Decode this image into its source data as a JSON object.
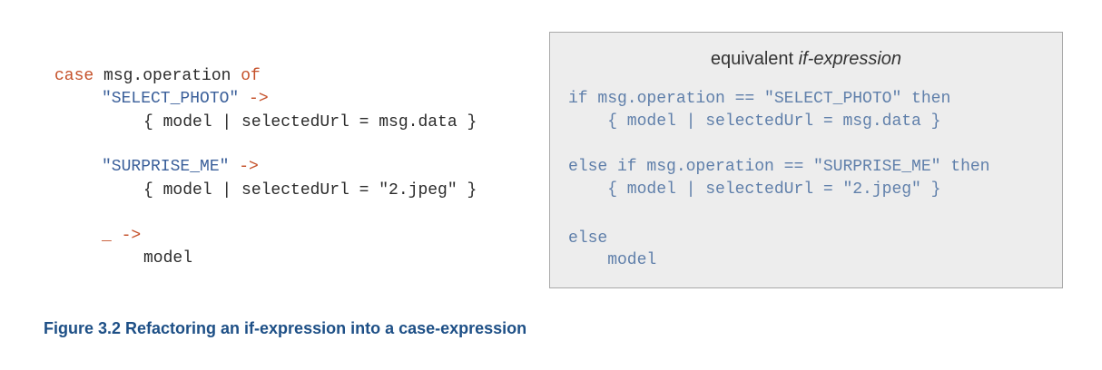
{
  "left_code": {
    "line1": {
      "kw1": "case",
      "mid": " msg.operation ",
      "kw2": "of"
    },
    "line2": {
      "str": "\"SELECT_PHOTO\"",
      "arrow": " ->"
    },
    "line3": "{ model | selectedUrl = msg.data }",
    "line4": {
      "str": "\"SURPRISE_ME\"",
      "arrow": " ->"
    },
    "line5": "{ model | selectedUrl = \"2.jpeg\" }",
    "line6": {
      "kw": "_ ->"
    },
    "line7": "model"
  },
  "equivalent": {
    "title_plain": "equivalent ",
    "title_italic": "if-expression",
    "lines": [
      "if msg.operation == \"SELECT_PHOTO\" then",
      "    { model | selectedUrl = msg.data }",
      "else if msg.operation == \"SURPRISE_ME\" then",
      "    { model | selectedUrl = \"2.jpeg\" }",
      "else",
      "    model"
    ]
  },
  "caption": "Figure 3.2 Refactoring an if-expression into a case-expression"
}
